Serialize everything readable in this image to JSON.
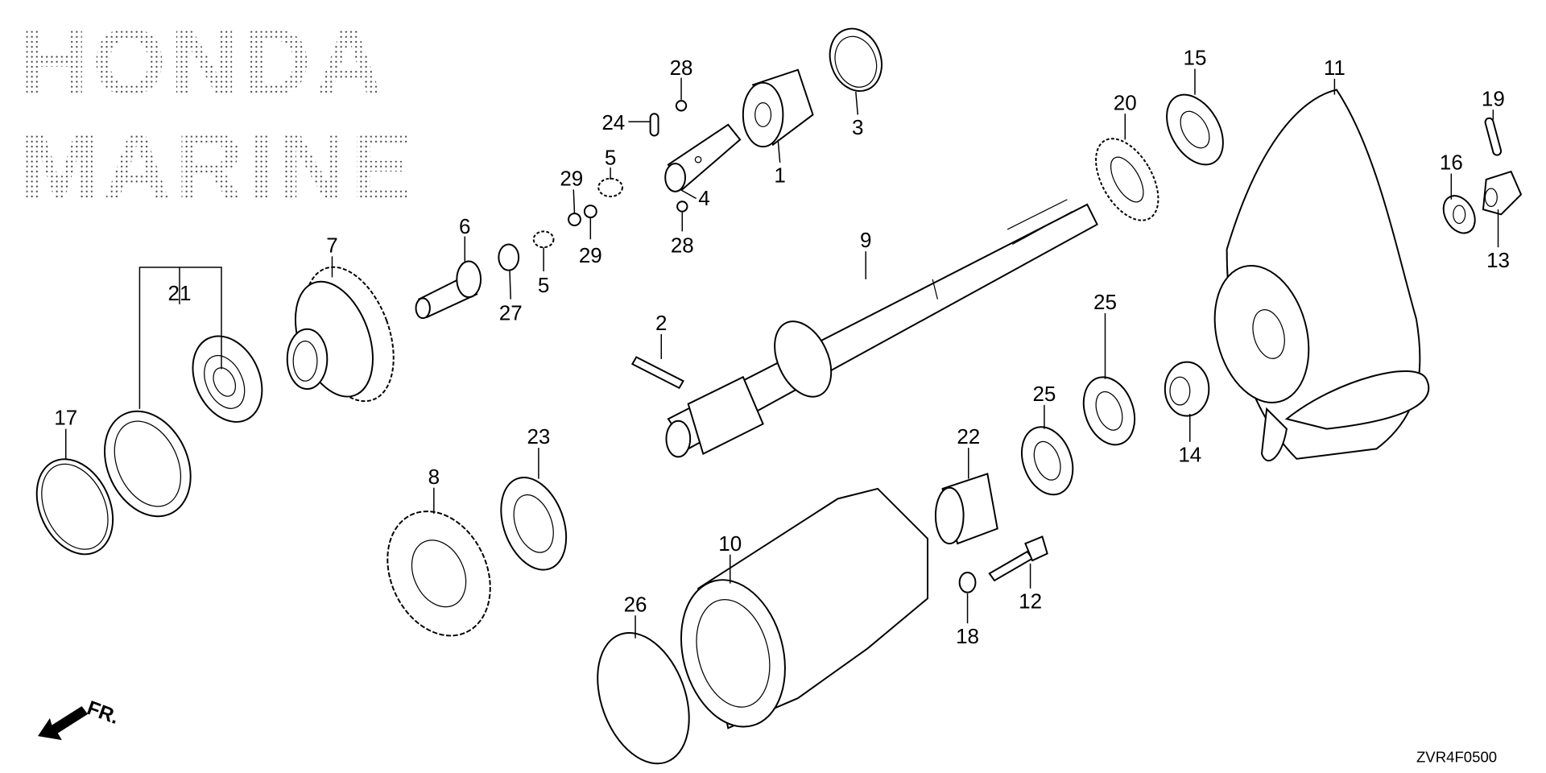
{
  "watermark": {
    "line1": "HONDA",
    "line2": "MARINE"
  },
  "diagram_code": "ZVR4F0500",
  "front_indicator": "FR.",
  "callouts": {
    "c1": "1",
    "c2": "2",
    "c3": "3",
    "c4": "4",
    "c5a": "5",
    "c5b": "5",
    "c6": "6",
    "c7": "7",
    "c8": "8",
    "c9": "9",
    "c10": "10",
    "c11": "11",
    "c12": "12",
    "c13": "13",
    "c14": "14",
    "c15": "15",
    "c16": "16",
    "c17": "17",
    "c18": "18",
    "c19": "19",
    "c20": "20",
    "c21": "21",
    "c22": "22",
    "c23": "23",
    "c24": "24",
    "c25a": "25",
    "c25b": "25",
    "c26": "26",
    "c27": "27",
    "c28a": "28",
    "c28b": "28",
    "c29a": "29",
    "c29b": "29"
  }
}
